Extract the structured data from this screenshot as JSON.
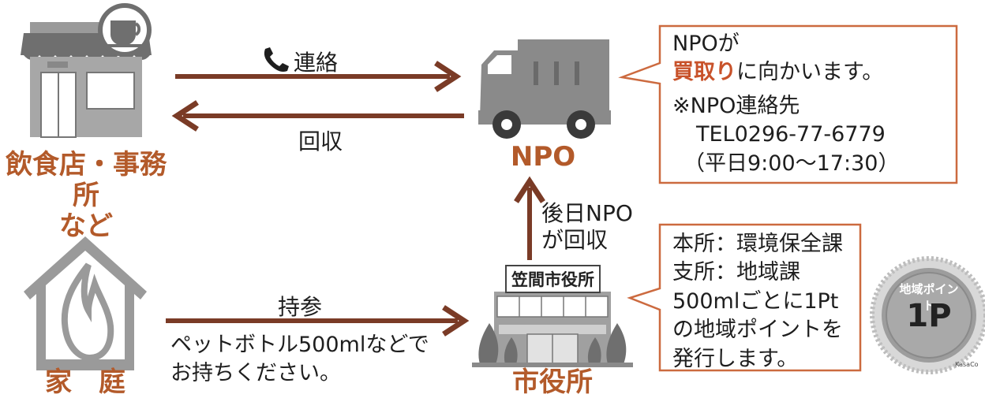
{
  "labels": {
    "restaurant": [
      "飲食店・事務所",
      "など"
    ],
    "npo": "NPO",
    "home": "家　庭",
    "city_hall": "市役所",
    "city_sign": "笠間市役所"
  },
  "arrows": {
    "contact": "連絡",
    "collect": "回収",
    "later_npo": [
      "後日NPO",
      "が回収"
    ],
    "bring": "持参"
  },
  "home_note": [
    "ペットボトル500mlなどで",
    "お持ちください。"
  ],
  "npo_callout": {
    "line1": "NPOが",
    "line2_highlight": "買取り",
    "line2_rest": "に向かいます。",
    "note_line1": "※NPO連絡先",
    "note_line2": "TEL0296-77-6779",
    "note_line3": "（平日9:00〜17:30）"
  },
  "city_callout": [
    "本所：環境保全課",
    "支所：地域課",
    "500mlごとに1Pt",
    "の地域ポイントを",
    "発行します。"
  ],
  "badge": {
    "arc_text": "地域ポイント",
    "value": "1P",
    "mark": "KasaCo"
  },
  "colors": {
    "arrow": "#7a3b26",
    "label": "#b35a2a",
    "highlight": "#c8522a",
    "callout_border": "#cc6a3f",
    "icon_gray": "#8a8a8a"
  },
  "icons": [
    "store-icon",
    "coffee-cup-icon",
    "phone-icon",
    "truck-icon",
    "house-icon",
    "flame-icon",
    "city-hall-icon",
    "point-badge-icon"
  ]
}
